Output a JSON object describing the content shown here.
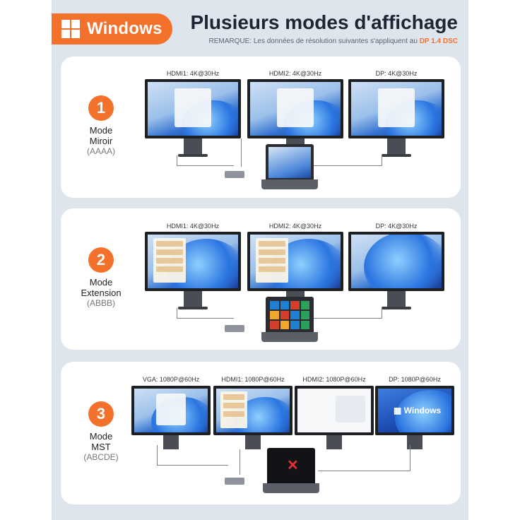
{
  "badge": {
    "label": "Windows"
  },
  "header": {
    "title": "Plusieurs modes d'affichage",
    "remark_prefix": "REMARQUE: Les données de résolution suivantes s'appliquent au",
    "remark_highlight": "DP 1.4 DSC"
  },
  "modes": [
    {
      "number": "1",
      "name_line1": "Mode",
      "name_line2": "Miroir",
      "code": "(AAAA)",
      "monitors": [
        "HDMI1: 4K@30Hz",
        "HDMI2: 4K@30Hz",
        "DP: 4K@30Hz"
      ]
    },
    {
      "number": "2",
      "name_line1": "Mode",
      "name_line2": "Extension",
      "code": "(ABBB)",
      "monitors": [
        "HDMI1: 4K@30Hz",
        "HDMI2: 4K@30Hz",
        "DP: 4K@30Hz"
      ]
    },
    {
      "number": "3",
      "name_line1": "Mode",
      "name_line2": "MST",
      "code": "(ABCDE)",
      "monitors": [
        "VGA: 1080P@60Hz",
        "HDMI1: 1080P@60Hz",
        "HDMI2: 1080P@60Hz",
        "DP: 1080P@60Hz"
      ],
      "screen_text": "Windows",
      "laptop_mark": "✕"
    }
  ],
  "colors": {
    "accent": "#f4712b",
    "background": "#dfe5ec",
    "panel": "#ffffff"
  }
}
